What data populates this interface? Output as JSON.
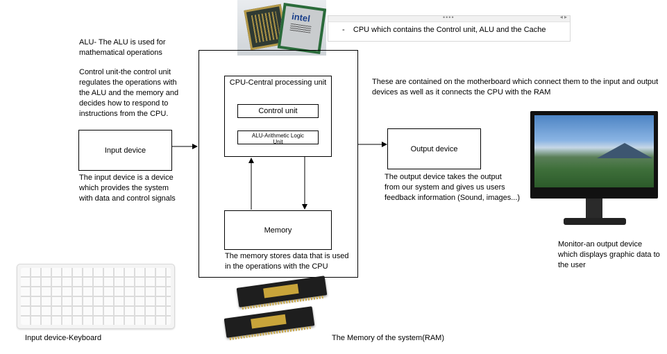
{
  "cpu_photo": {
    "brand": "intel"
  },
  "comment": {
    "dots": "••••",
    "controls": "◂ ▸",
    "bullet": "-",
    "text": "CPU which contains the Control unit, ALU and the Cache"
  },
  "notes": {
    "alu": [
      "ALU- The ALU is used for",
      "mathematical operations"
    ],
    "control_unit": [
      "Control unit-the control unit",
      "regulates the operations with",
      "the ALU and the memory and",
      "decides how to respond to",
      "instructions from the CPU."
    ],
    "motherboard": [
      "These are contained on the motherboard which connect them to the input and output",
      "devices as well as it connects the CPU with the RAM"
    ],
    "input_desc": [
      "The input device is a device",
      "which provides the system",
      "with data and control signals"
    ],
    "output_desc": [
      "The output device takes the output",
      "from our system and gives us users",
      "feedback information (Sound, images...)"
    ],
    "memory_desc": [
      "The memory stores data that is used",
      "in the operations with the CPU"
    ],
    "monitor": [
      "Monitor-an output device",
      "which displays graphic data to",
      "the user"
    ],
    "keyboard": "Input device-Keyboard",
    "ram": "The Memory of the system(RAM)"
  },
  "boxes": {
    "input_device": "Input device",
    "output_device": "Output device",
    "cpu_title": "CPU-Central processing unit",
    "control_unit": "Control unit",
    "alu": [
      "ALU-Arithmetic Logic",
      "Unit"
    ],
    "memory": "Memory"
  },
  "colors": {
    "line": "#000000",
    "background": "#ffffff"
  }
}
